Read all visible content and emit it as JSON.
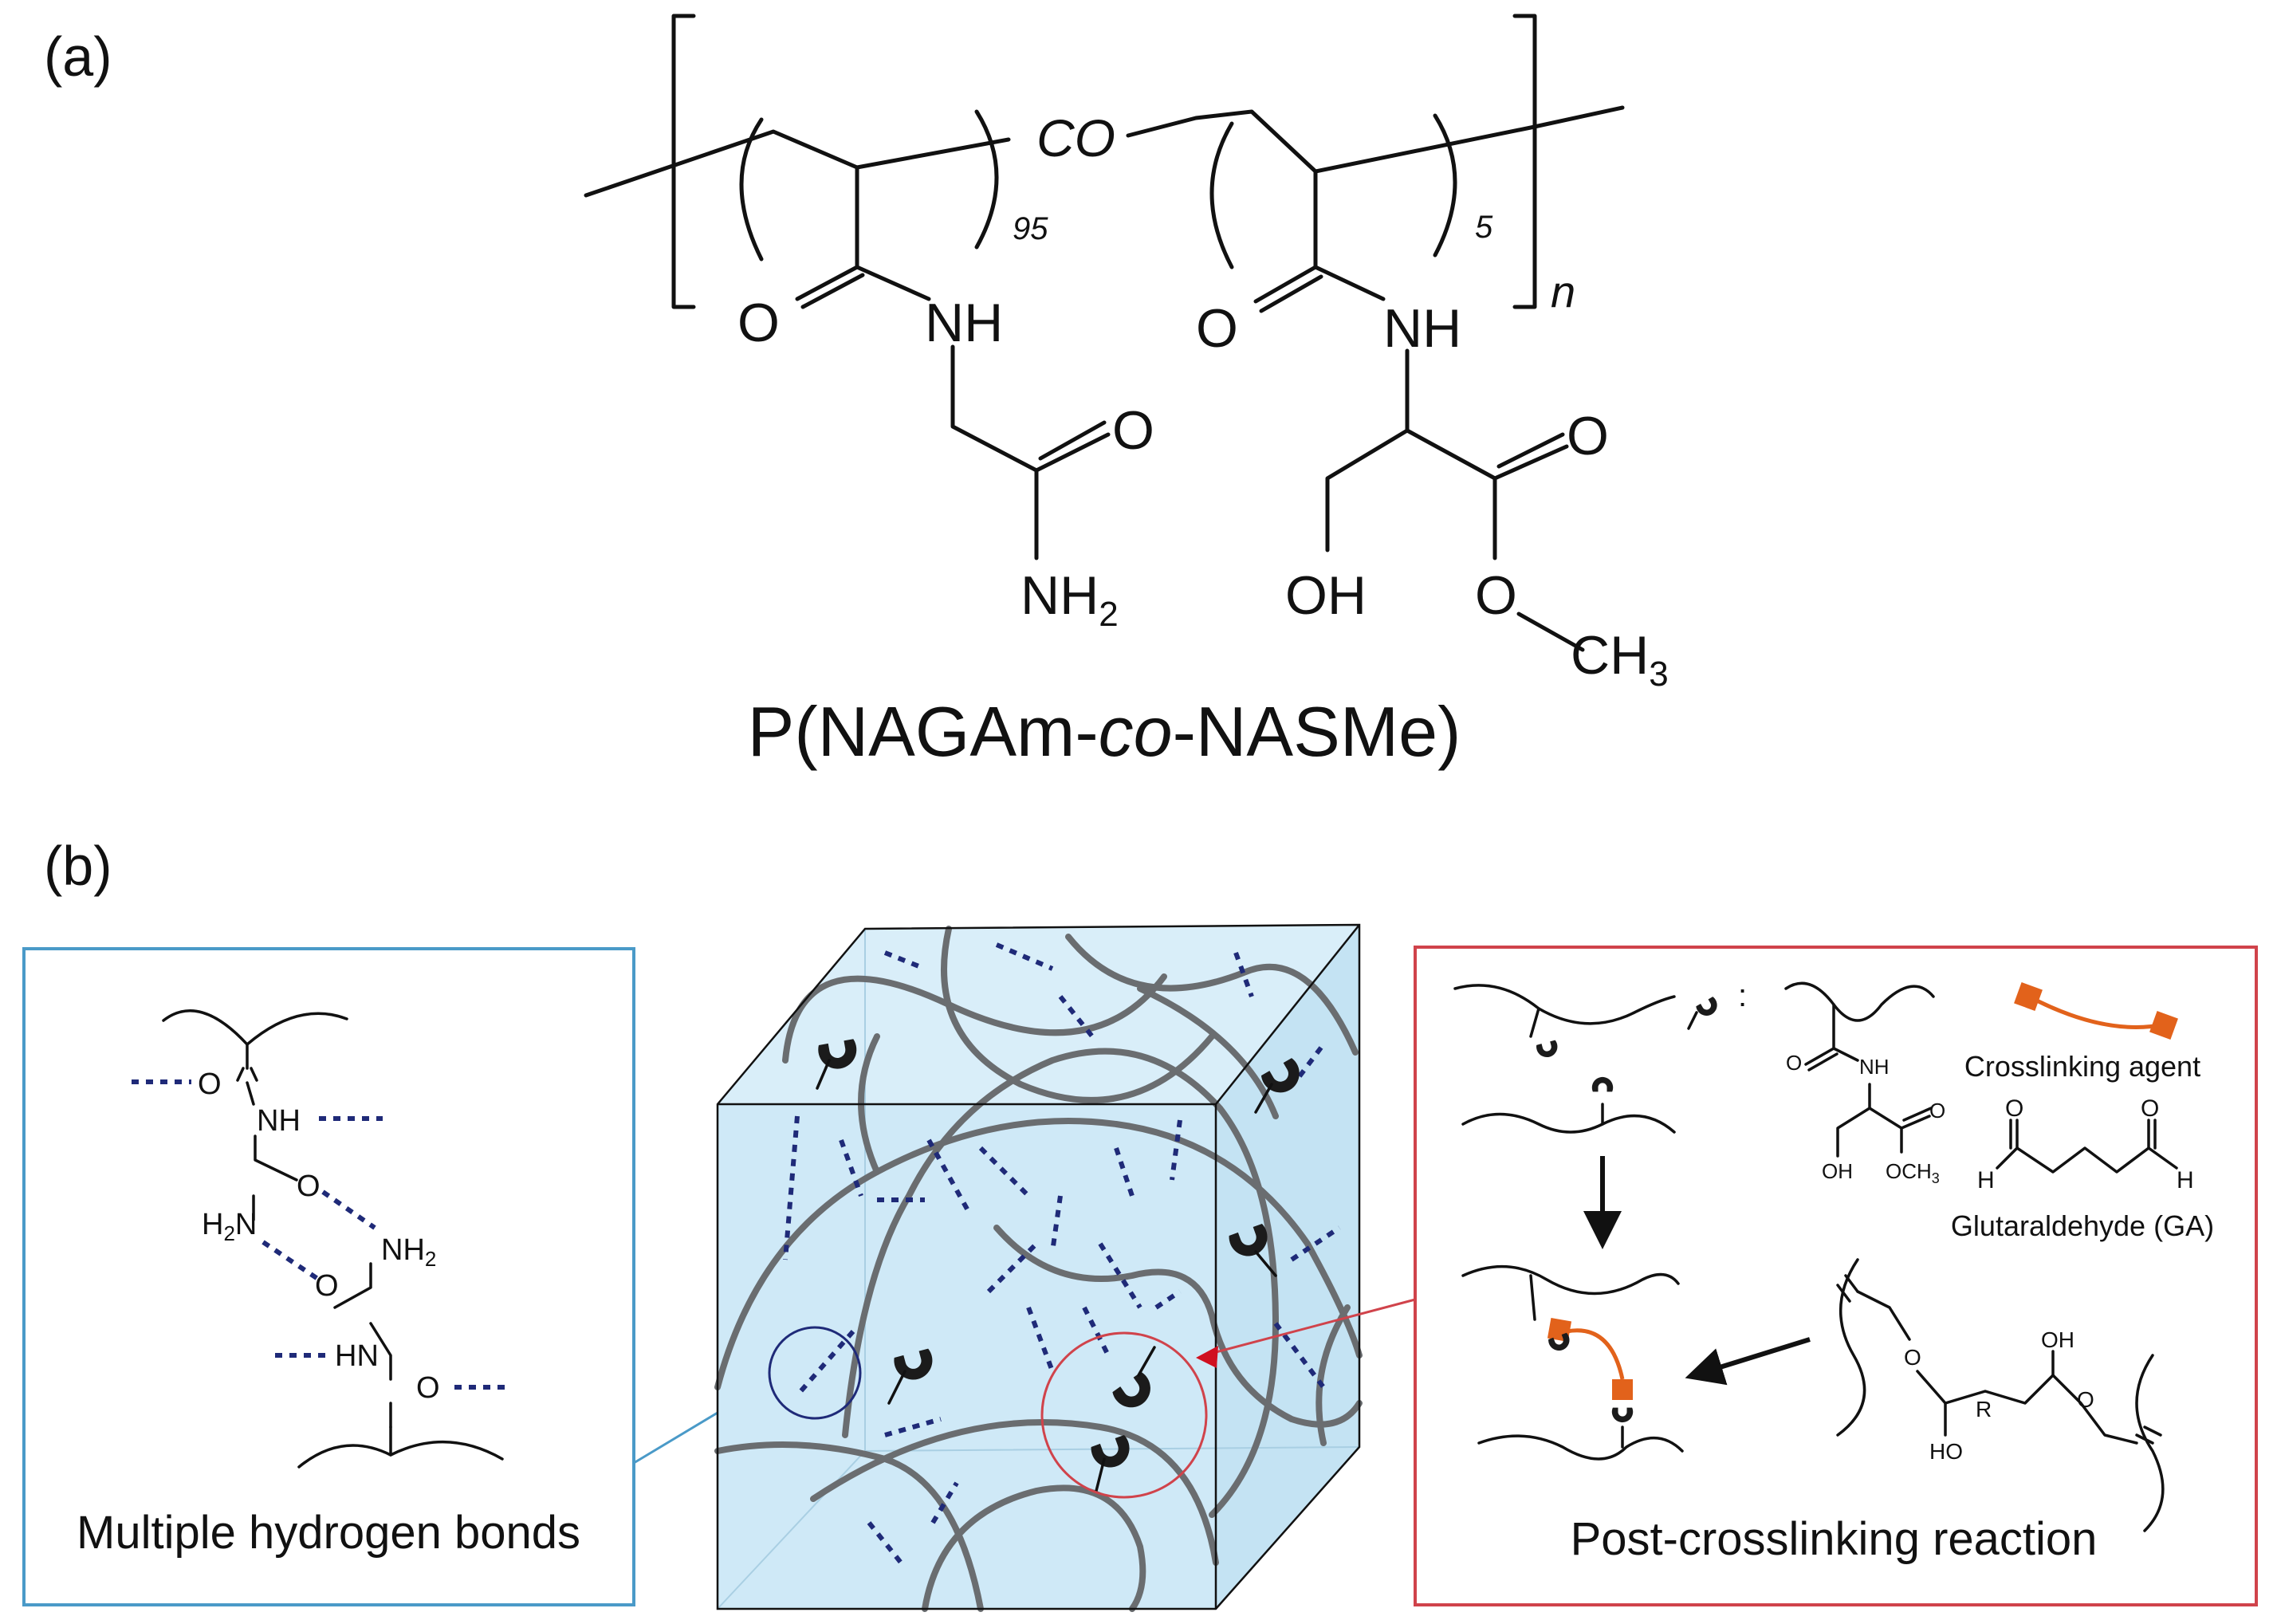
{
  "panel_a": {
    "label": "(a)",
    "copolymer_sep": "CO",
    "sub_95": "95",
    "sub_5": "5",
    "sub_n": "n",
    "left_unit": {
      "o1": "O",
      "nh": "NH",
      "o2": "O",
      "nh2": "NH",
      "nh2_sub": "2"
    },
    "right_unit": {
      "o1": "O",
      "nh": "NH",
      "o2": "O",
      "oh": "OH",
      "o3": "O",
      "ch3": "CH",
      "ch3_sub": "3"
    },
    "name": {
      "pre": "P(NAGAm-",
      "co": "co",
      "post": "-NASMe)"
    }
  },
  "panel_b": {
    "label": "(b)",
    "left_box": {
      "caption": "Multiple hydrogen bonds",
      "atoms": {
        "o_top": "O",
        "nh_top": "NH",
        "o_mid": "O",
        "h2n": "H",
        "h2n_sub": "2",
        "h2n_n": "N",
        "nh2": "NH",
        "nh2_sub": "2",
        "o_low": "O",
        "hn": "HN",
        "o_bot": "O"
      }
    },
    "right_box": {
      "caption": "Post-crosslinking reaction",
      "colon": ":",
      "crosslinker_label": "Crosslinking agent",
      "ga_label": "Glutaraldehyde (GA)",
      "small_atoms": {
        "o": "O",
        "nh": "NH",
        "o2": "O",
        "oh": "OH",
        "och3": "OCH",
        "och3_sub": "3"
      },
      "ga_atoms": {
        "o1": "O",
        "o2": "O",
        "h1": "H",
        "h2": "H"
      },
      "acetal_atoms": {
        "o1": "O",
        "oh": "OH",
        "r": "R",
        "ho": "HO",
        "o2": "O"
      }
    },
    "colors": {
      "blue_box": "#4a9ac8",
      "red_box": "#d0434b",
      "cube_fill": "#cfe9f7",
      "dashes": "#1f2a78",
      "crosslinker": "#e2621b"
    }
  }
}
